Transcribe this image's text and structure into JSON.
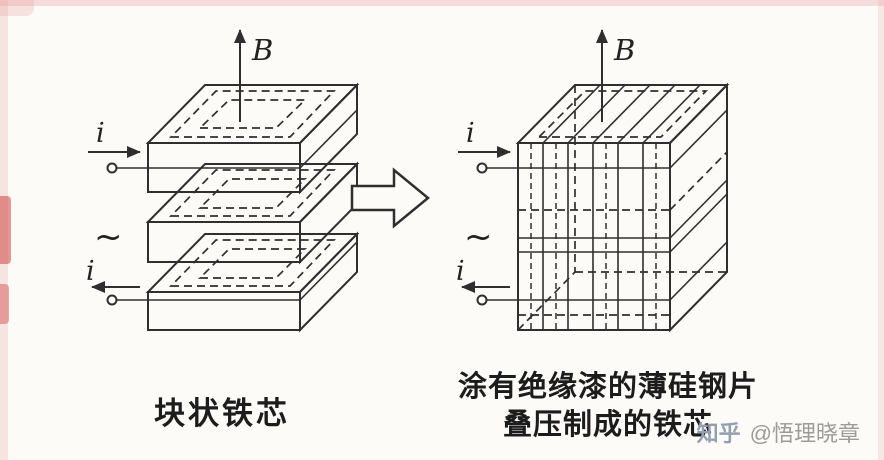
{
  "left_figure": {
    "field_label": "B",
    "current_in_label": "i",
    "current_out_label": "i",
    "ac_source_symbol": "~",
    "caption": "块状铁芯"
  },
  "right_figure": {
    "field_label": "B",
    "current_in_label": "i",
    "current_out_label": "i",
    "ac_source_symbol": "~",
    "caption_line1": "涂有绝缘漆的薄硅钢片",
    "caption_line2": "叠压制成的铁芯"
  },
  "watermark": {
    "brand": "知乎",
    "author": "@悟理晓章"
  },
  "colors": {
    "ink": "#2f2f2f",
    "paper": "#fcfbf7",
    "edge_tint": "#e8a4a4",
    "watermark_gray": "#9b9b9b",
    "watermark_brand": "#93a0b1"
  }
}
